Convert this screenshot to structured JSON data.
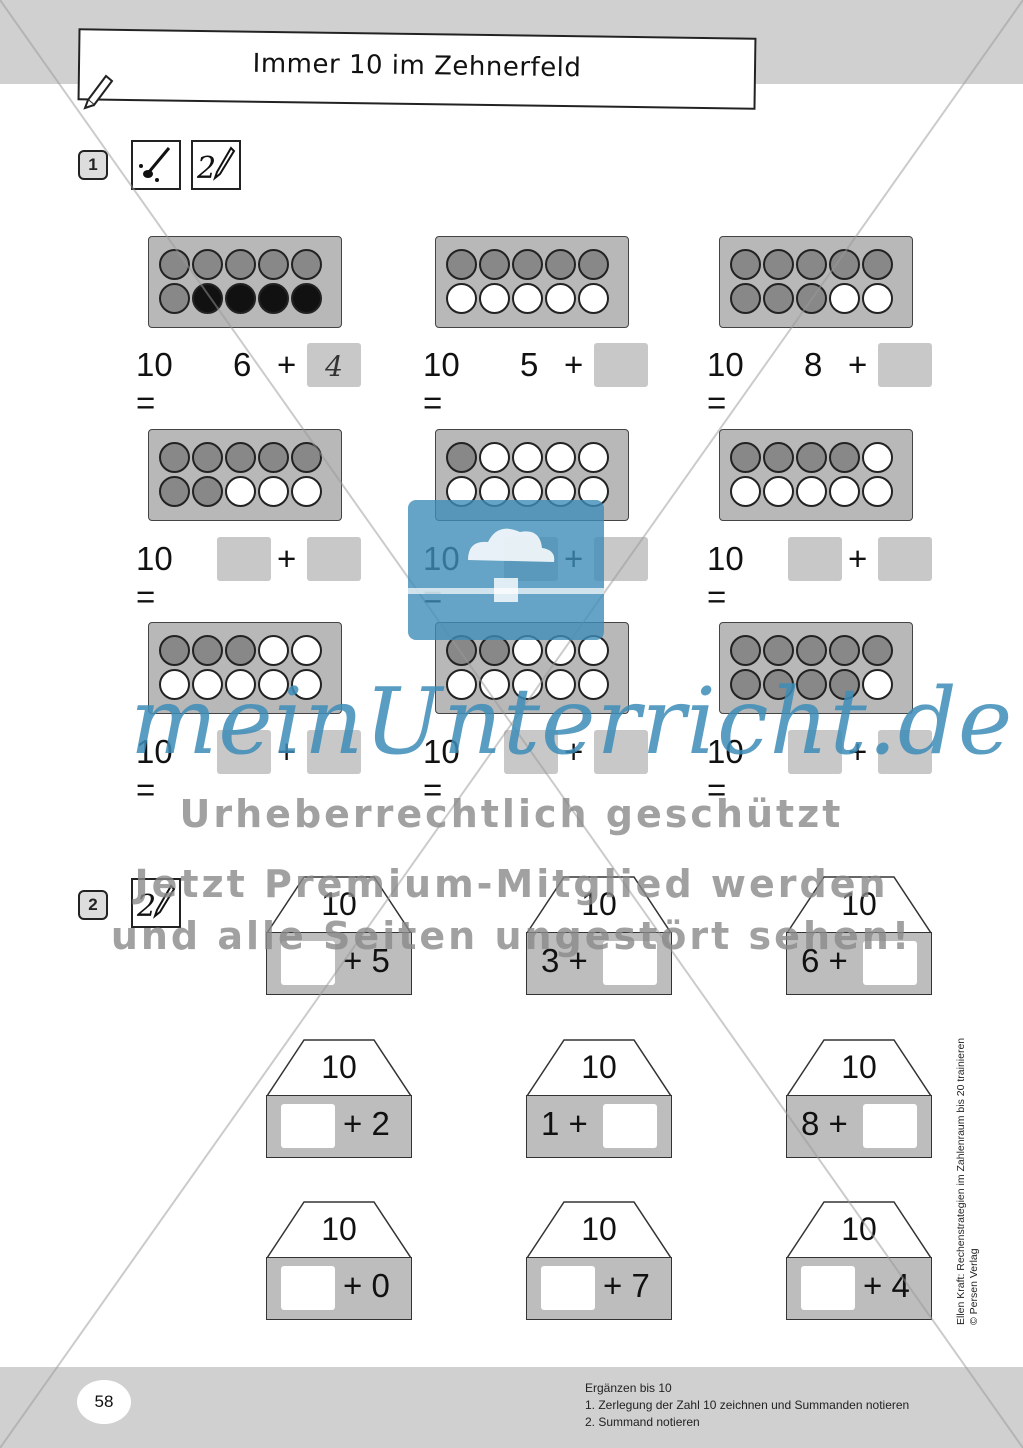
{
  "title": "Immer 10 im Zehnerfeld",
  "task1": {
    "number": "1",
    "icons": [
      "paint-brush-icon",
      "write-pencil-icon"
    ],
    "rows": [
      [
        {
          "dots": [
            "g",
            "g",
            "g",
            "g",
            "g",
            "g",
            "b",
            "b",
            "b",
            "b"
          ],
          "left": "10 =",
          "a": "6",
          "plus": "+",
          "b": "4"
        },
        {
          "dots": [
            "g",
            "g",
            "g",
            "g",
            "g",
            "w",
            "w",
            "w",
            "w",
            "w"
          ],
          "left": "10 =",
          "a": "5",
          "plus": "+",
          "b": ""
        },
        {
          "dots": [
            "g",
            "g",
            "g",
            "g",
            "g",
            "g",
            "g",
            "g",
            "w",
            "w"
          ],
          "left": "10 =",
          "a": "8",
          "plus": "+",
          "b": ""
        }
      ],
      [
        {
          "dots": [
            "g",
            "g",
            "g",
            "g",
            "g",
            "g",
            "g",
            "w",
            "w",
            "w"
          ],
          "left": "10 =",
          "a": "",
          "plus": "+",
          "b": ""
        },
        {
          "dots": [
            "g",
            "w",
            "w",
            "w",
            "w",
            "w",
            "w",
            "w",
            "w",
            "w"
          ],
          "left": "10 =",
          "a": "",
          "plus": "+",
          "b": ""
        },
        {
          "dots": [
            "g",
            "g",
            "g",
            "g",
            "w",
            "w",
            "w",
            "w",
            "w",
            "w"
          ],
          "left": "10 =",
          "a": "",
          "plus": "+",
          "b": ""
        }
      ],
      [
        {
          "dots": [
            "g",
            "g",
            "g",
            "w",
            "w",
            "w",
            "w",
            "w",
            "w",
            "w"
          ],
          "left": "10 =",
          "a": "",
          "plus": "+",
          "b": ""
        },
        {
          "dots": [
            "g",
            "g",
            "w",
            "w",
            "w",
            "w",
            "w",
            "w",
            "w",
            "w"
          ],
          "left": "10 =",
          "a": "",
          "plus": "+",
          "b": ""
        },
        {
          "dots": [
            "g",
            "g",
            "g",
            "g",
            "g",
            "g",
            "g",
            "g",
            "g",
            "w"
          ],
          "left": "10 =",
          "a": "",
          "plus": "+",
          "b": ""
        }
      ]
    ]
  },
  "task2": {
    "number": "2",
    "icons": [
      "write-pencil-icon"
    ],
    "houses": [
      [
        {
          "top": "10",
          "side": "right",
          "given": "+ 5"
        },
        {
          "top": "10",
          "side": "left",
          "given": "3 +"
        },
        {
          "top": "10",
          "side": "left",
          "given": "6 +"
        }
      ],
      [
        {
          "top": "10",
          "side": "right",
          "given": "+ 2"
        },
        {
          "top": "10",
          "side": "left",
          "given": "1 +"
        },
        {
          "top": "10",
          "side": "left",
          "given": "8 +"
        }
      ],
      [
        {
          "top": "10",
          "side": "right",
          "given": "+ 0"
        },
        {
          "top": "10",
          "side": "right",
          "given": "+ 7"
        },
        {
          "top": "10",
          "side": "right",
          "given": "+ 4"
        }
      ]
    ]
  },
  "watermark": {
    "brand": "meinUnterricht.de",
    "line1": "Urheberrechtlich geschützt",
    "line2": "Jetzt Premium-Mitglied werden",
    "line3": "und alle Seiten ungestört sehen!"
  },
  "footer": {
    "page": "58",
    "lines": [
      "Ergänzen bis 10",
      "1. Zerlegung der Zahl 10 zeichnen und Summanden notieren",
      "2. Summand notieren"
    ],
    "side_line1": "Ellen Kraft: Rechenstrategien im Zahlenraum bis 20 trainieren",
    "side_line2": "© Persen Verlag"
  },
  "colors": {
    "watermark_blue": "#3e8db8",
    "gray_band": "#d0d0d0",
    "box_gray": "#c8c8c8"
  }
}
